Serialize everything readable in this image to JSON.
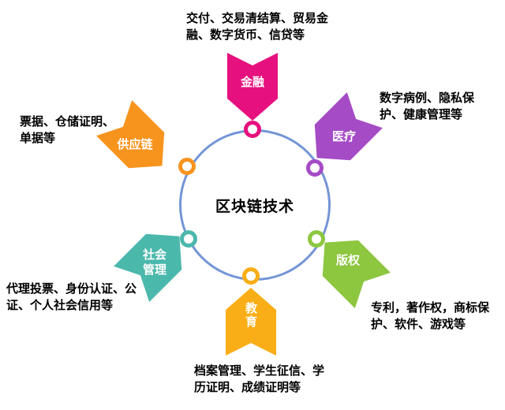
{
  "title": "区块链技术",
  "circle_color": "#7495D6",
  "sectors": [
    {
      "id": "finance",
      "label": "金融",
      "color": "#E6117E",
      "desc": "交付、交易清结算、贸易金融、数字货币、信贷等"
    },
    {
      "id": "medical",
      "label": "医疗",
      "color": "#A54BC6",
      "desc": "数字病例、隐私保护、健康管理等"
    },
    {
      "id": "copyright",
      "label": "版权",
      "color": "#8DC63F",
      "desc": "专利，著作权，商标保护、软件、游戏等"
    },
    {
      "id": "education",
      "label": "教育",
      "color": "#F9AE17",
      "desc": "档案管理、学生征信、学历证明、成绩证明等"
    },
    {
      "id": "social",
      "label": "社会管理",
      "color": "#4BB8AC",
      "desc": "代理投票、身份认证、公证、个人社会信用等"
    },
    {
      "id": "supply",
      "label": "供应链",
      "color": "#F7941E",
      "desc": "票据、仓储证明、单据等"
    }
  ]
}
